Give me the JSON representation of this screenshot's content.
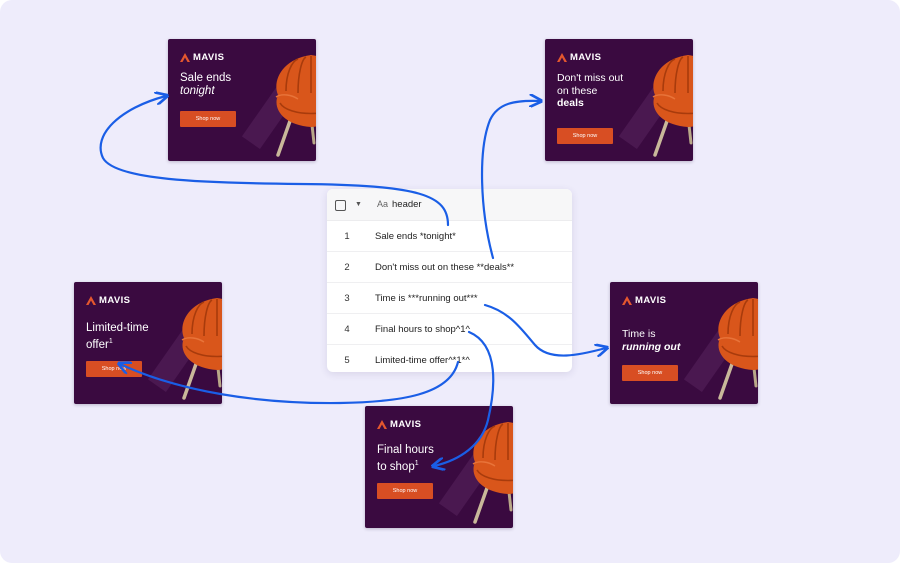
{
  "brand": "MAVIS",
  "shop_label": "Shop now",
  "colors": {
    "card_bg": "#3a0a40",
    "button": "#d84e23",
    "arrow": "#1a5ee6",
    "canvas": "#eeecfb"
  },
  "table": {
    "column_icon": "Aa",
    "column_name": "header",
    "rows": [
      {
        "n": "1",
        "text": "Sale ends *tonight*"
      },
      {
        "n": "2",
        "text": "Don't miss out on these **deals**"
      },
      {
        "n": "3",
        "text": "Time is ***running out***"
      },
      {
        "n": "4",
        "text": "Final hours to shop^1^"
      },
      {
        "n": "5",
        "text": "Limited-time offer^*1*^"
      }
    ]
  },
  "cards": {
    "c1": {
      "l1": "Sale ends",
      "l2": "tonight"
    },
    "c2": {
      "l1": "Don't miss out",
      "l2": "on these",
      "l3": "deals"
    },
    "c3": {
      "l1": "Limited-time",
      "l2": "offer",
      "sup": "1"
    },
    "c4": {
      "l1": "Time is",
      "l2": "running out"
    },
    "c5": {
      "l1": "Final hours",
      "l2": "to shop",
      "sup": "1"
    }
  }
}
